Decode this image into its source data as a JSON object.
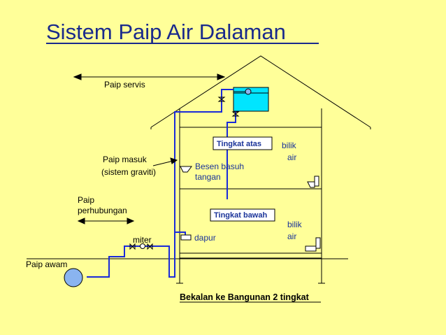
{
  "title": "Sistem Paip Air Dalaman",
  "caption": "Bekalan ke Bangunan 2 tingkat",
  "labels": {
    "paip_servis": "Paip servis",
    "paip_masuk_1": "Paip masuk",
    "paip_masuk_2": "(sistem graviti)",
    "paip_perhubungan_1": "Paip",
    "paip_perhubungan_2": "perhubungan",
    "miter": "miter",
    "paip_awam": "Paip awam",
    "tingkat_atas": "Tingkat atas",
    "tingkat_bawah": "Tingkat bawah",
    "bilik_air_atas_1": "bilik",
    "bilik_air_atas_2": "air",
    "bilik_air_bawah_1": "bilik",
    "bilik_air_bawah_2": "air",
    "besen_1": "Besen basuh",
    "besen_2": "tangan",
    "dapur": "dapur"
  },
  "colors": {
    "background": "#ffff99",
    "title": "#1a2a8c",
    "pipe": "#1a2ad9",
    "tank": "#00e5ff",
    "line": "#000000",
    "label_blue": "#1a3399",
    "main_ball": "#8ab4f0"
  }
}
